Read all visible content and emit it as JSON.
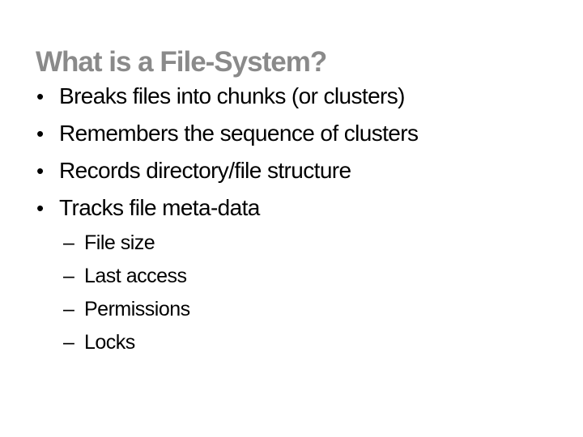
{
  "slide": {
    "title": "What is a File-System?",
    "bullet_char": "•",
    "dash_char": "–",
    "bullets": [
      {
        "text": "Breaks files into chunks (or clusters)"
      },
      {
        "text": "Remembers the sequence of clusters"
      },
      {
        "text": "Records directory/file structure"
      },
      {
        "text": "Tracks file meta-data"
      }
    ],
    "sub_bullets": [
      {
        "text": "File size"
      },
      {
        "text": "Last access"
      },
      {
        "text": "Permissions"
      },
      {
        "text": "Locks"
      }
    ],
    "colors": {
      "background": "#ffffff",
      "title_text": "#8a8a8a",
      "body_text": "#000000"
    }
  }
}
